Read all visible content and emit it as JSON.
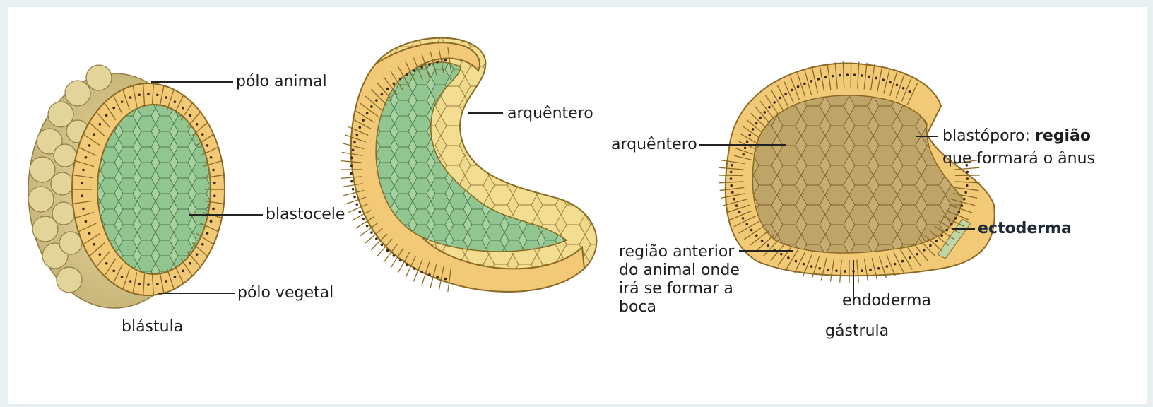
{
  "colors": {
    "cell_fill": "#f2c977",
    "cell_stroke": "#8a6a24",
    "cavity_green": "#9fcf9f",
    "cavity_brown": "#c4a870",
    "nucleus": "#3a2a10"
  },
  "blastula": {
    "caption": "blástula",
    "labels": {
      "polo_animal": "pólo animal",
      "blastocele": "blastocele",
      "polo_vegetal": "pólo vegetal"
    }
  },
  "middle": {
    "labels": {
      "arquentero": "arquêntero"
    }
  },
  "gastrula": {
    "caption": "gástrula",
    "labels": {
      "arquentero": "arquêntero",
      "blastoporo_a": "blastóporo: ",
      "blastoporo_b": "região",
      "blastoporo_c": "que formará o ânus",
      "ectoderma": "ectoderma",
      "endoderma": "endoderma",
      "regiao_anterior": "região anterior\ndo animal onde\nirá se formar a\nboca"
    }
  }
}
